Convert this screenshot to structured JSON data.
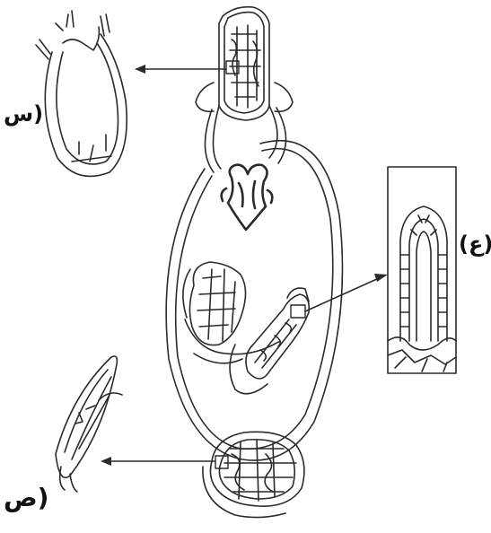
{
  "labels": {
    "sin": "(س",
    "ain": "(ع)",
    "sad": "(ص"
  },
  "colors": {
    "stroke": "#2a2a2a",
    "background": "#ffffff"
  }
}
